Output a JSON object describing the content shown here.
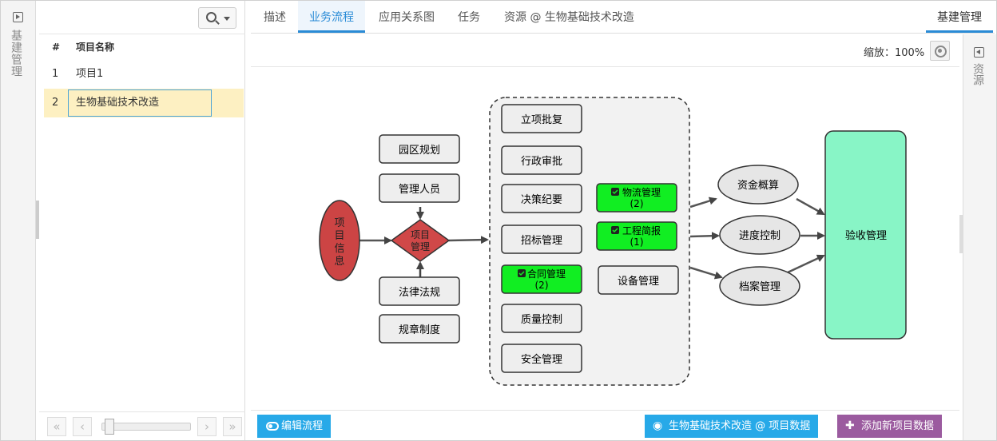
{
  "left_rail": {
    "label": "基建管理",
    "icon": "expand-right-icon"
  },
  "project_list": {
    "columns": [
      "#",
      "项目名称"
    ],
    "rows": [
      {
        "num": "1",
        "name": "项目1"
      },
      {
        "num": "2",
        "name": "生物基础技术改造",
        "selected": true
      }
    ]
  },
  "tabs": {
    "items": [
      "描述",
      "业务流程",
      "应用关系图",
      "任务",
      "资源 @ 生物基础技术改造"
    ],
    "active": "业务流程",
    "right": "基建管理"
  },
  "zoom": {
    "label": "缩放：100%"
  },
  "flow": {
    "center_ellipse": "项目信息",
    "center_diamond": [
      "项目",
      "管理"
    ],
    "top_boxes": [
      "园区规划",
      "管理人员"
    ],
    "bottom_boxes": [
      "法律法规",
      "规章制度"
    ],
    "group_left": [
      "立项批复",
      "行政审批",
      "决策纪要",
      "招标管理",
      "质量控制",
      "安全管理"
    ],
    "contract": {
      "label": "合同管理",
      "count": "(2)"
    },
    "logistics": {
      "label": "物流管理",
      "count": "(2)"
    },
    "engineering": {
      "label": "工程简报",
      "count": "(1)"
    },
    "equipment": "设备管理",
    "ellipses_right": [
      "资金概算",
      "进度控制",
      "档案管理"
    ],
    "final": "验收管理",
    "colors": {
      "ellipse_red": "#cc4444",
      "diamond_red": "#d04848",
      "green": "#11ee22",
      "final_green": "#88f5c6",
      "group_bg": "#f2f2f2"
    }
  },
  "buttons": {
    "edit_flow": "编辑流程",
    "project_data": "生物基础技术改造 @ 项目数据",
    "add_project_data": "添加新项目数据"
  },
  "right_rail": {
    "label": "资源",
    "icon": "collapse-left-icon"
  }
}
